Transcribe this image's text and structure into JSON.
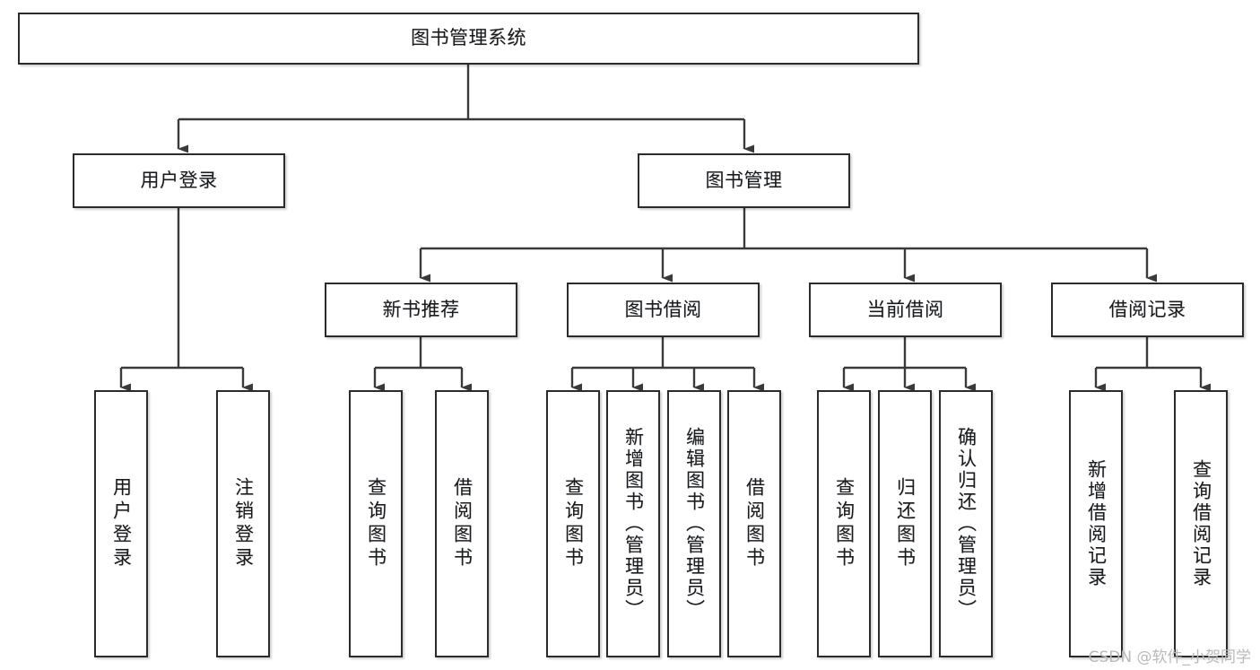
{
  "diagram": {
    "title": "图书管理系统",
    "type": "hierarchy-tree",
    "colors": {
      "stroke": "#2b2b2b",
      "fill": "#ffffff",
      "text": "#1a1a1a",
      "watermark": "#b9b9b9"
    },
    "root": {
      "label": "图书管理系统"
    },
    "level2": [
      {
        "label": "用户登录"
      },
      {
        "label": "图书管理"
      }
    ],
    "level3": [
      {
        "label": "新书推荐"
      },
      {
        "label": "图书借阅"
      },
      {
        "label": "当前借阅"
      },
      {
        "label": "借阅记录"
      }
    ],
    "leaves": {
      "user_login": [
        {
          "label": "用户登录"
        },
        {
          "label": "注销登录"
        }
      ],
      "new_book_recommend": [
        {
          "label": "查询图书"
        },
        {
          "label": "借阅图书"
        }
      ],
      "book_borrow": [
        {
          "label": "查询图书"
        },
        {
          "label": "新增图书（管理员）"
        },
        {
          "label": "编辑图书（管理员）"
        },
        {
          "label": "借阅图书"
        }
      ],
      "current_borrow": [
        {
          "label": "查询图书"
        },
        {
          "label": "归还图书"
        },
        {
          "label": "确认归还（管理员）"
        }
      ],
      "borrow_record": [
        {
          "label": "新增借阅记录"
        },
        {
          "label": "查询借阅记录"
        }
      ]
    }
  },
  "watermark": {
    "text": "CSDN @软件_小贺同学"
  }
}
